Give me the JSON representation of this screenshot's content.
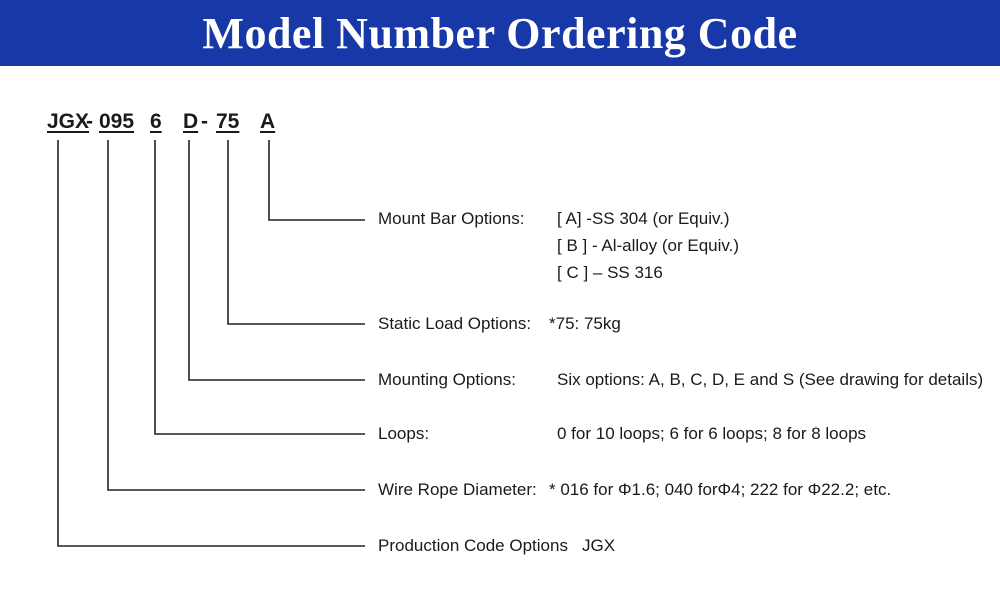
{
  "title": "Model Number Ordering Code",
  "code": {
    "part1": "JGX",
    "dash1": "-",
    "part2": "095",
    "part3": "6",
    "part4": "D",
    "dash2": "-",
    "part5": "75",
    "part6": "A"
  },
  "options": {
    "mount_bar": {
      "label": "Mount Bar Options:",
      "values": [
        "[ A] -SS 304 (or Equiv.)",
        "[ B ] - Al-alloy (or Equiv.)",
        "[ C ] – SS 316"
      ]
    },
    "static_load": {
      "label": "Static Load Options:",
      "value": "*75: 75kg"
    },
    "mounting": {
      "label": "Mounting Options:",
      "value": "Six options: A, B, C, D, E and S (See drawing for details)"
    },
    "loops": {
      "label": "Loops:",
      "value": "0 for 10 loops; 6 for 6 loops; 8 for 8 loops"
    },
    "wire_rope": {
      "label": "Wire Rope Diameter:",
      "value": "* 016 for Φ1.6; 040 forΦ4; 222 for Φ22.2; etc."
    },
    "production": {
      "label": "Production Code Options",
      "value": "JGX"
    }
  },
  "colors": {
    "banner": "#1838a8",
    "banner_text": "#ffffff",
    "line": "#222222"
  }
}
